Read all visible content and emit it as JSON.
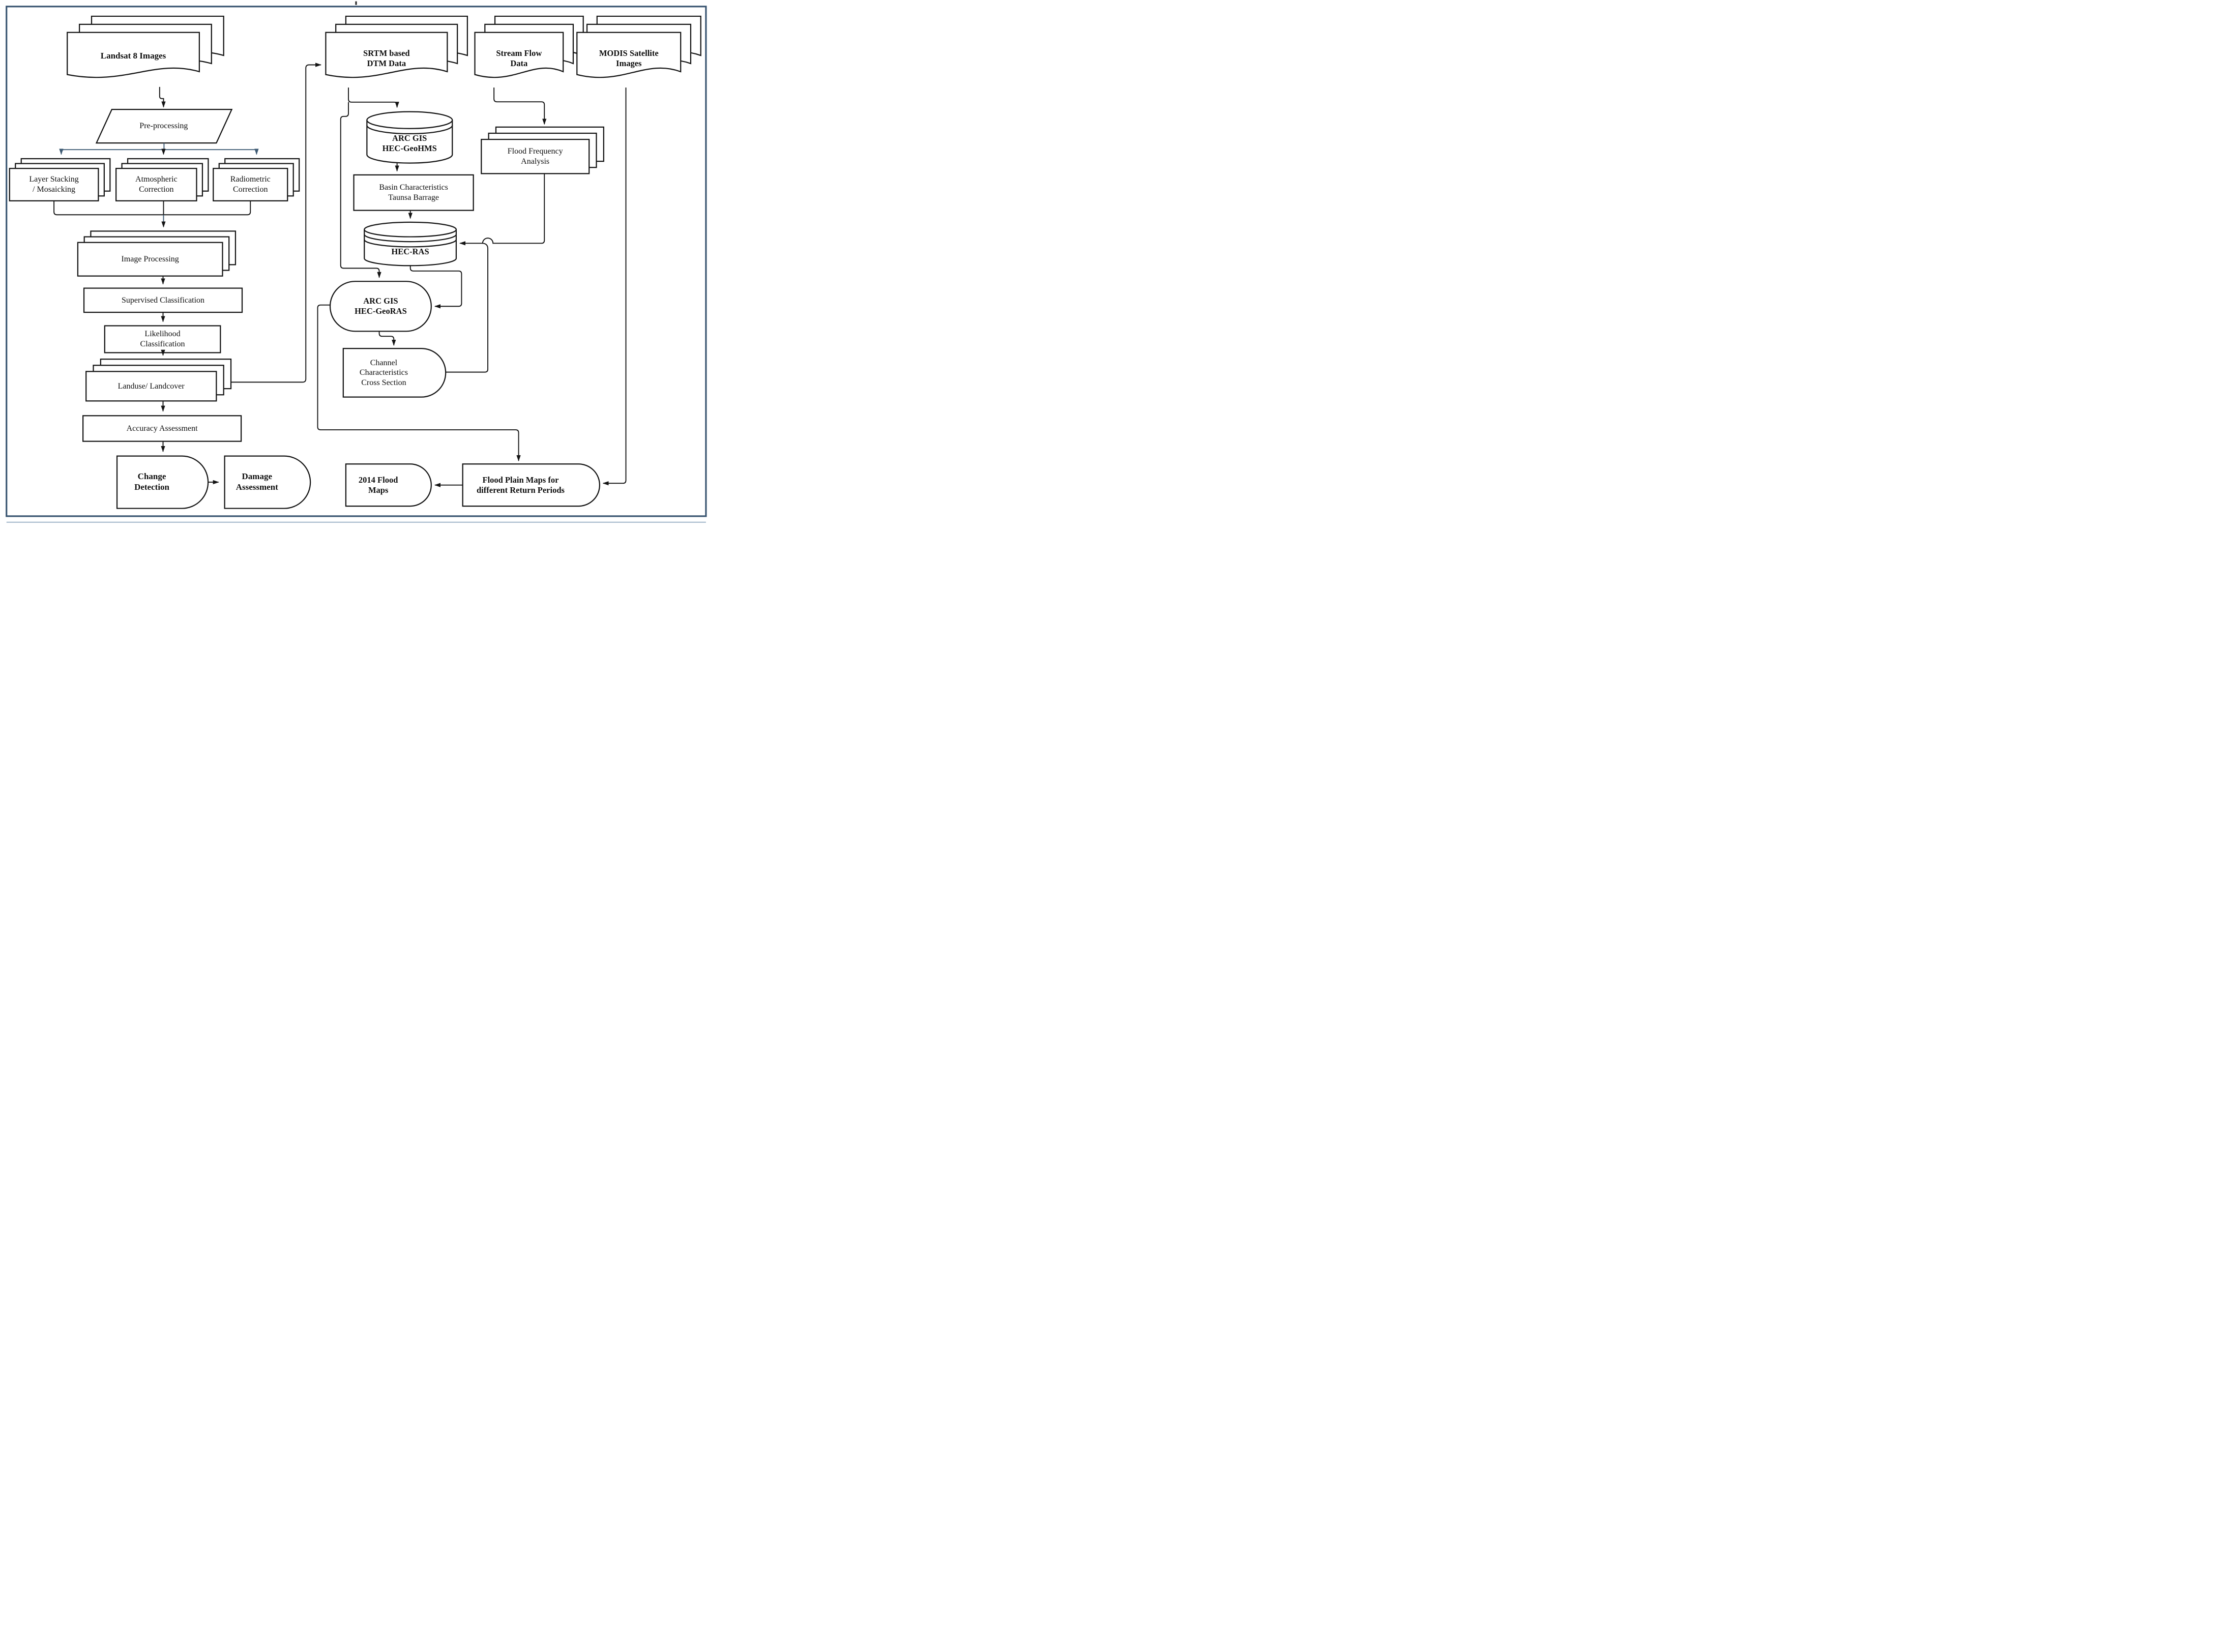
{
  "diagram": {
    "title_dot": ".",
    "colors": {
      "line": "#141414",
      "accent": "#3d5a73",
      "border": "#3a5571",
      "border_sub": "#8aa3bd"
    },
    "nodes": {
      "landsat": {
        "label": "Landsat 8 Images",
        "shape": "document-stack"
      },
      "preprocessing": {
        "label": "Pre-processing",
        "shape": "parallelogram"
      },
      "layer_stacking": {
        "label": "Layer Stacking\n/ Mosaicking",
        "shape": "rect-stack"
      },
      "atmospheric": {
        "label": "Atmospheric\nCorrection",
        "shape": "rect-stack"
      },
      "radiometric": {
        "label": "Radiometric\nCorrection",
        "shape": "rect-stack"
      },
      "image_processing": {
        "label": "Image Processing",
        "shape": "rect-stack"
      },
      "supervised": {
        "label": "Supervised Classification",
        "shape": "rect"
      },
      "likelihood": {
        "label": "Likelihood\nClassification",
        "shape": "rect"
      },
      "landuse": {
        "label": "Landuse/ Landcover",
        "shape": "rect-stack"
      },
      "accuracy": {
        "label": "Accuracy Assessment",
        "shape": "rect"
      },
      "change_detection": {
        "label": "Change\nDetection",
        "shape": "delay"
      },
      "damage_assessment": {
        "label": "Damage\nAssessment",
        "shape": "delay"
      },
      "srtm": {
        "label": "SRTM based\nDTM Data",
        "shape": "document-stack"
      },
      "stream_flow": {
        "label": "Stream Flow\nData",
        "shape": "document-stack"
      },
      "modis": {
        "label": "MODIS Satellite\nImages",
        "shape": "document-stack"
      },
      "geohms": {
        "label": "ARC GIS\nHEC-GeoHMS",
        "shape": "cylinder"
      },
      "basin": {
        "label": "Basin Characteristics\nTaunsa Barrage",
        "shape": "rect"
      },
      "hecras": {
        "label": "HEC-RAS",
        "shape": "cylinder"
      },
      "flood_frequency": {
        "label": "Flood Frequency\nAnalysis",
        "shape": "rect-stack"
      },
      "georas": {
        "label": "ARC GIS\nHEC-GeoRAS",
        "shape": "stadium"
      },
      "channel": {
        "label": "Channel\nCharacteristics\nCross Section",
        "shape": "delay"
      },
      "flood_plain": {
        "label": "Flood Plain Maps for\ndifferent Return Periods",
        "shape": "delay"
      },
      "flood_2014": {
        "label": "2014 Flood\nMaps",
        "shape": "delay"
      }
    }
  }
}
